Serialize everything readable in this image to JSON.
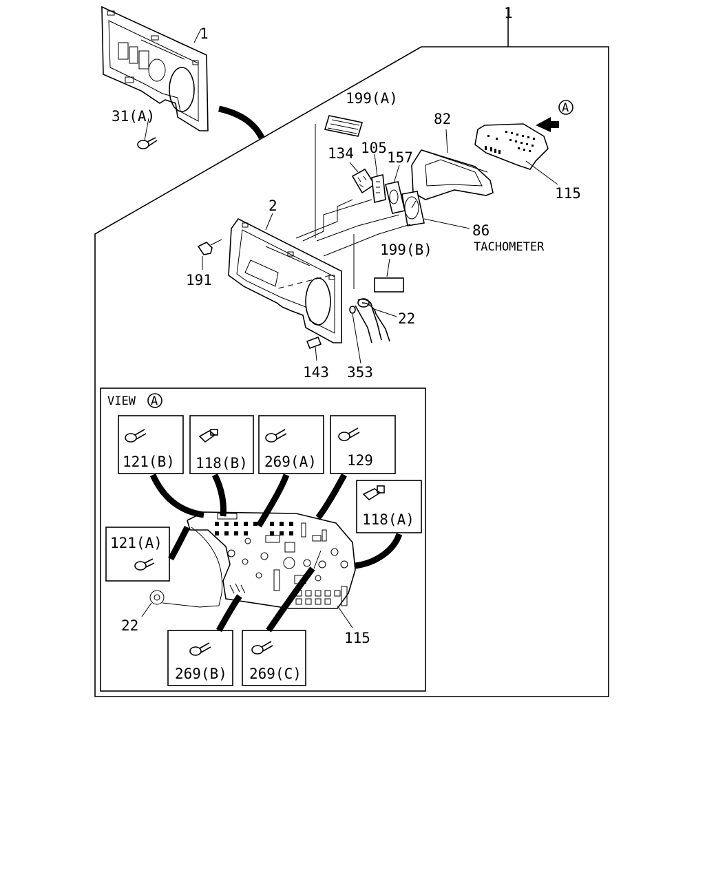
{
  "labels": {
    "callout_1_top": "1",
    "callout_1_part": "1",
    "callout_31a": "31(A)",
    "callout_199a": "199(A)",
    "callout_82": "82",
    "circle_a_ref": "A",
    "callout_134": "134",
    "callout_105": "105",
    "callout_157": "157",
    "callout_115_top": "115",
    "callout_2": "2",
    "callout_86": "86",
    "tachometer": "TACHOMETER",
    "callout_191": "191",
    "callout_199b": "199(B)",
    "callout_22_top": "22",
    "callout_143": "143",
    "callout_353": "353",
    "view_title": "VIEW",
    "view_circle": "A",
    "callout_121b": "121(B)",
    "callout_118b": "118(B)",
    "callout_269a": "269(A)",
    "callout_129": "129",
    "callout_118a": "118(A)",
    "callout_121a": "121(A)",
    "callout_22_view": "22",
    "callout_115_view": "115",
    "callout_269b": "269(B)",
    "callout_269c": "269(C)"
  }
}
